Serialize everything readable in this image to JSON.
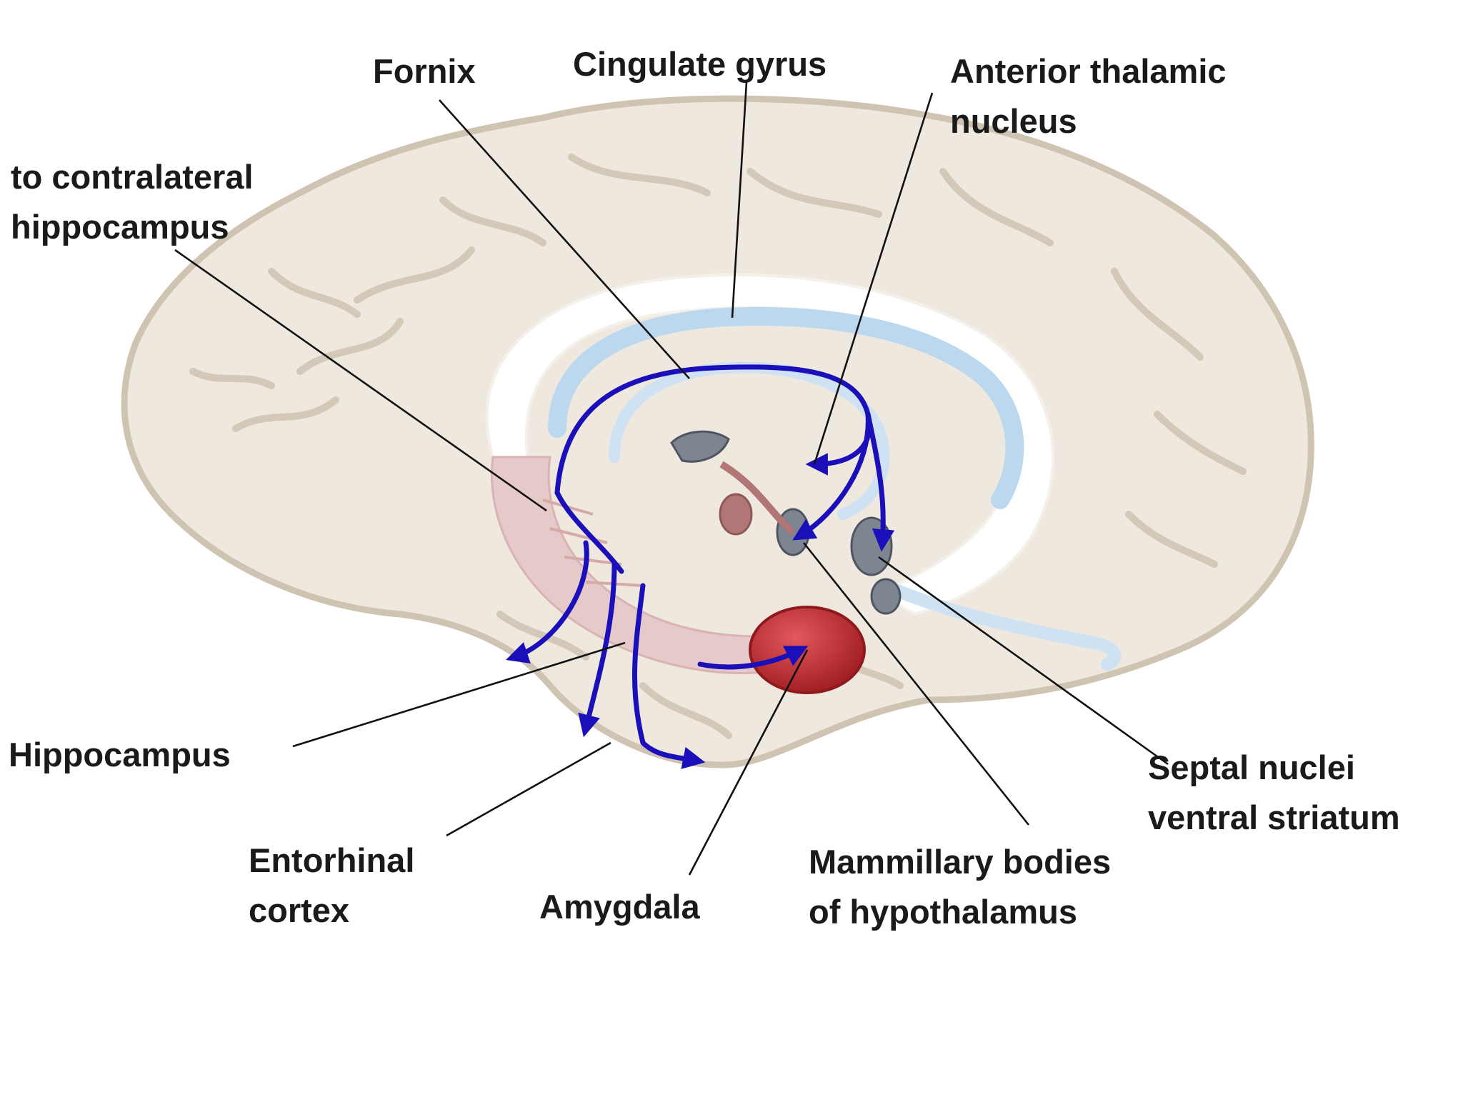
{
  "labels": {
    "fornix": "Fornix",
    "cingulate_gyrus": "Cingulate gyrus",
    "anterior_thalamic": [
      "Anterior thalamic",
      "nucleus"
    ],
    "contralateral": [
      "to contralateral",
      "hippocampus"
    ],
    "hippocampus": "Hippocampus",
    "entorhinal": [
      "Entorhinal",
      "cortex"
    ],
    "amygdala": "Amygdala",
    "mammillary": [
      "Mammillary bodies",
      "of hypothalamus"
    ],
    "septal": [
      "Septal nuclei",
      "ventral striatum"
    ]
  },
  "colors": {
    "brain_fill": "#efe8df",
    "brain_outline": "#cfc3b2",
    "fiber_arrows": "#1a0fb8",
    "amygdala": "#c0272d",
    "corpus_callosum_tract": "#bcd8ef",
    "hippocampus_tissue": "#e6c9c9",
    "nuclei": "#7d8590"
  }
}
